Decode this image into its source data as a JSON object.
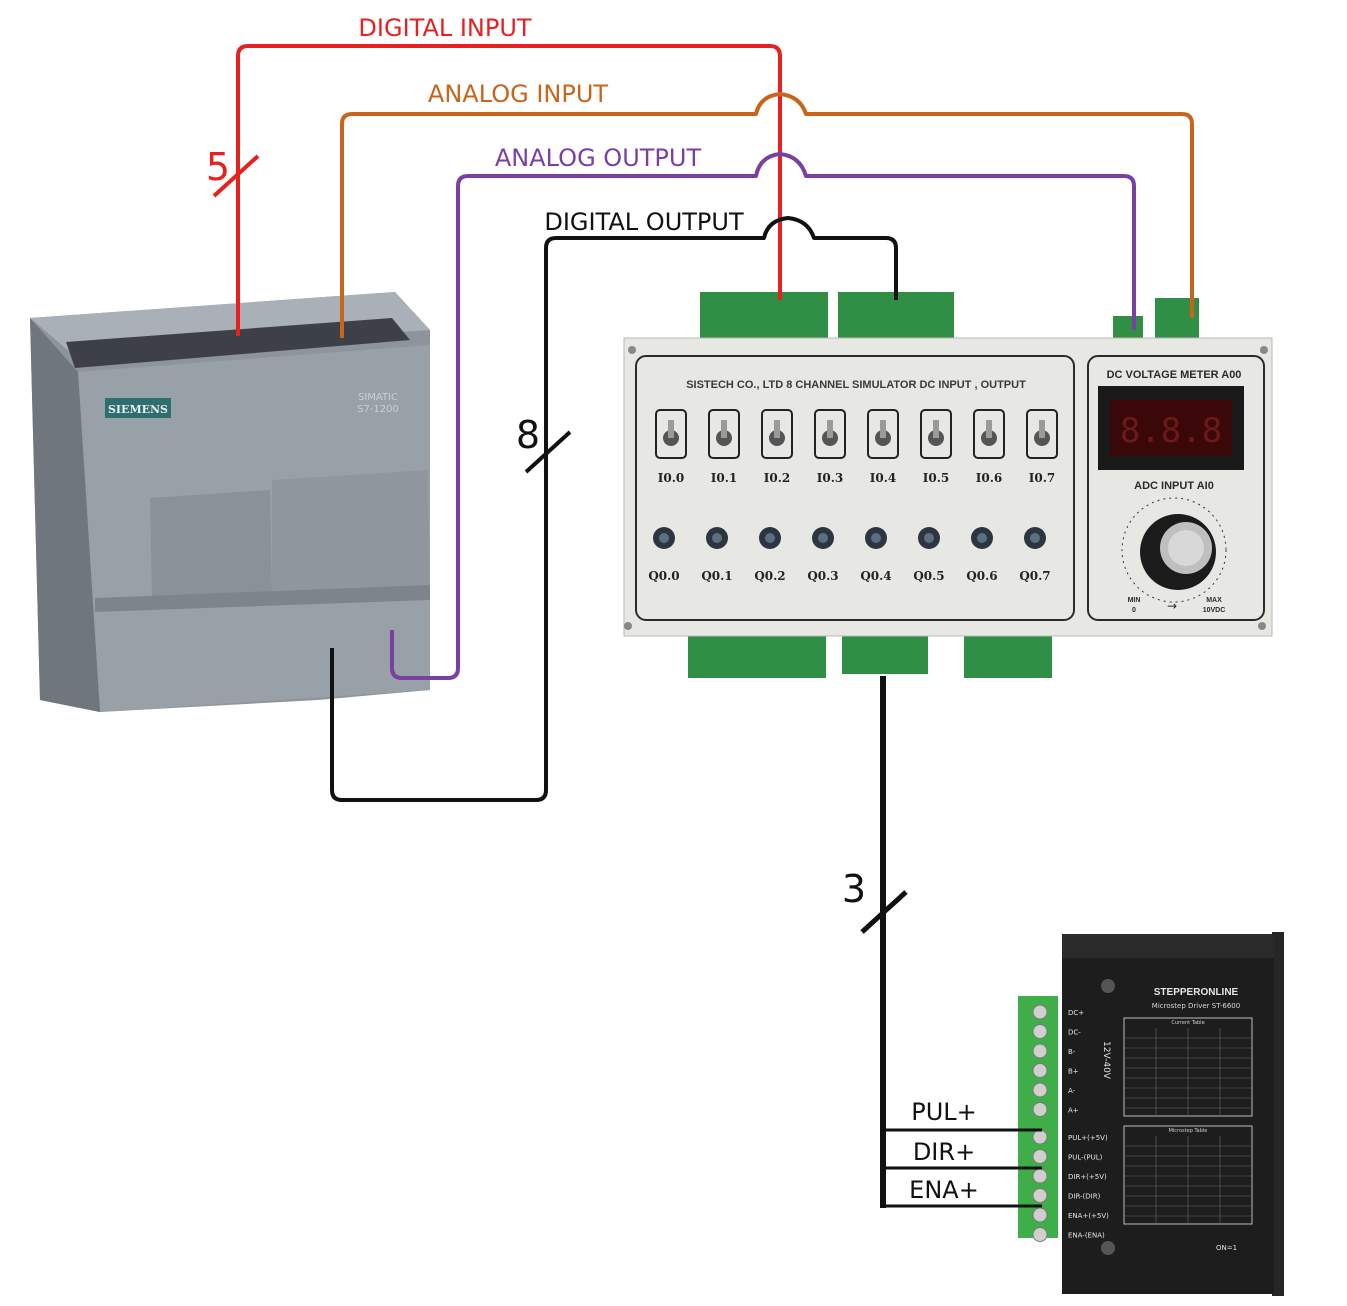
{
  "wires": {
    "digital_input": {
      "label": "DIGITAL INPUT",
      "count": "5",
      "color": "#e8211f"
    },
    "analog_input": {
      "label": "ANALOG INPUT",
      "color": "#c8651c"
    },
    "analog_output": {
      "label": "ANALOG OUTPUT",
      "color": "#7a3fa3"
    },
    "digital_output": {
      "label": "DIGITAL OUTPUT",
      "count": "8",
      "color": "#111111"
    },
    "driver_bus": {
      "count": "3",
      "color": "#111111"
    }
  },
  "plc": {
    "brand": "SIEMENS",
    "model_line1": "SIMATIC",
    "model_line2": "S7-1200"
  },
  "simulator": {
    "title": "SISTECH CO., LTD  8  CHANNEL  SIMULATOR  DC  INPUT ,  OUTPUT",
    "inputs": [
      "I0.0",
      "I0.1",
      "I0.2",
      "I0.3",
      "I0.4",
      "I0.5",
      "I0.6",
      "I0.7"
    ],
    "outputs": [
      "Q0.0",
      "Q0.1",
      "Q0.2",
      "Q0.3",
      "Q0.4",
      "Q0.5",
      "Q0.6",
      "Q0.7"
    ],
    "meter_title": "DC  VOLTAGE  METER  A00",
    "adc_label": "ADC  INPUT  AI0",
    "knob_min": "MIN",
    "knob_min_value": "0",
    "knob_max": "MAX",
    "knob_max_value": "10VDC"
  },
  "driver": {
    "brand": "STEPPERONLINE",
    "model": "Microstep Driver ST-6600",
    "voltage": "12V-40V",
    "power_terminals": [
      "DC+",
      "DC-",
      "B-",
      "B+",
      "A-",
      "A+"
    ],
    "signal_terminals": [
      "PUL+(+5V)",
      "PUL-(PUL)",
      "DIR+(+5V)",
      "DIR-(DIR)",
      "ENA+(+5V)",
      "ENA-(ENA)"
    ],
    "current_table_title": "Current Table",
    "microstep_table_title": "Microstep Table",
    "switch_label": "ON=1"
  },
  "signal_labels": [
    "PUL+",
    "DIR+",
    "ENA+"
  ]
}
